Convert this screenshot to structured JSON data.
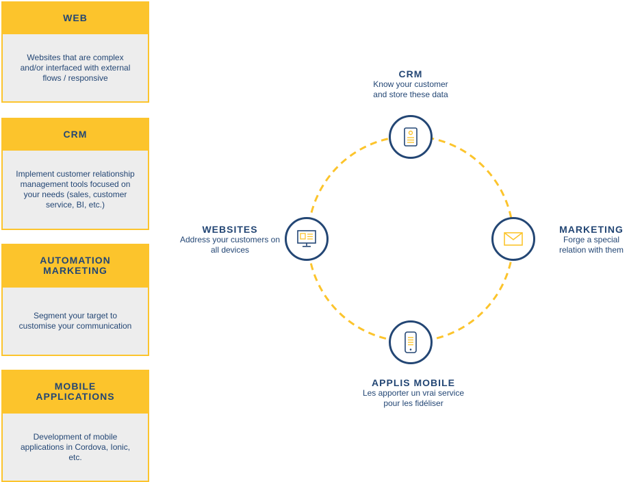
{
  "cards": [
    {
      "title": "WEB",
      "desc": "Websites that are complex and/or interfaced with external flows / responsive"
    },
    {
      "title": "CRM",
      "desc": "Implement customer relationship management tools focused on your needs (sales, customer service, BI, etc.)"
    },
    {
      "title": "AUTOMATION MARKETING",
      "desc": "Segment your target to customise your communication"
    },
    {
      "title": "MOBILE APPLICATIONS",
      "desc": "Development of mobile applications in Cordova, Ionic, etc."
    }
  ],
  "cycle": {
    "crm": {
      "title": "CRM",
      "desc": "Know your customer and store these data",
      "icon": "document-icon"
    },
    "marketing": {
      "title": "MARKETING",
      "desc": "Forge a special relation with them",
      "icon": "envelope-icon"
    },
    "mobile": {
      "title": "APPLIS MOBILE",
      "desc": "Les apporter un vrai service pour les fidéliser",
      "icon": "smartphone-icon"
    },
    "websites": {
      "title": "WEBSITES",
      "desc": "Address your customers on all devices",
      "icon": "monitor-icon"
    }
  },
  "colors": {
    "yellow": "#fcc42c",
    "navy": "#234674",
    "gray": "#ededed"
  }
}
